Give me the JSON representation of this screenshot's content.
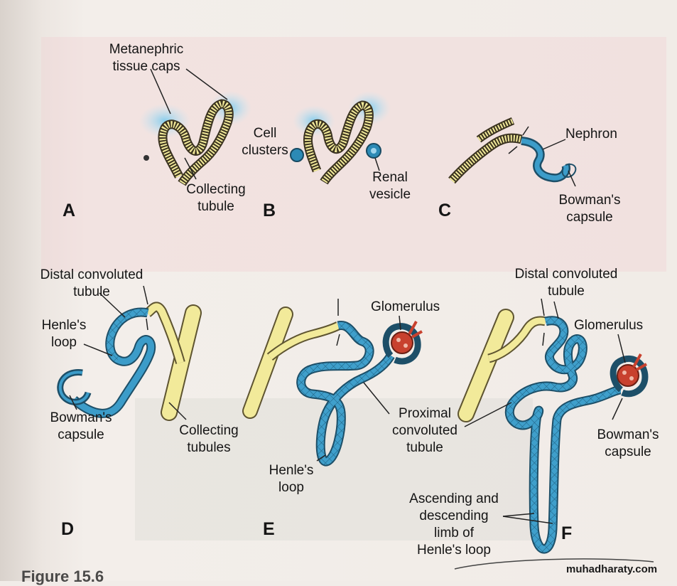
{
  "panels": {
    "a": "A",
    "b": "B",
    "c": "C",
    "d": "D",
    "e": "E",
    "f": "F"
  },
  "labels": {
    "metanephric_1": "Metanephric",
    "metanephric_2": "tissue caps",
    "cell_clusters_1": "Cell",
    "cell_clusters_2": "clusters",
    "collecting_tubule_1": "Collecting",
    "collecting_tubule_2": "tubule",
    "renal_vesicle_1": "Renal",
    "renal_vesicle_2": "vesicle",
    "nephron": "Nephron",
    "bowmans_c_1": "Bowman's",
    "bowmans_c_2": "capsule",
    "distal_d_1": "Distal convoluted",
    "distal_d_2": "tubule",
    "henles_d_1": "Henle's",
    "henles_d_2": "loop",
    "bowmans_d_1": "Bowman's",
    "bowmans_d_2": "capsule",
    "collecting_tubules_1": "Collecting",
    "collecting_tubules_2": "tubules",
    "glomerulus_e": "Glomerulus",
    "proximal_1": "Proximal",
    "proximal_2": "convoluted",
    "proximal_3": "tubule",
    "henles_e_1": "Henle's",
    "henles_e_2": "loop",
    "distal_f_1": "Distal convoluted",
    "distal_f_2": "tubule",
    "glomerulus_f": "Glomerulus",
    "bowmans_f_1": "Bowman's",
    "bowmans_f_2": "capsule",
    "ascending_1": "Ascending and",
    "ascending_2": "descending",
    "ascending_3": "limb of",
    "ascending_4": "Henle's loop"
  },
  "caption": "Figure 15.6",
  "watermark": "muhadharaty.com",
  "colors": {
    "collecting_yellow": "#f2ea9a",
    "nephron_blue": "#3c9cc9",
    "glomerulus_red": "#c8412e",
    "mesenchyme_blue": "#8fd0ec"
  }
}
